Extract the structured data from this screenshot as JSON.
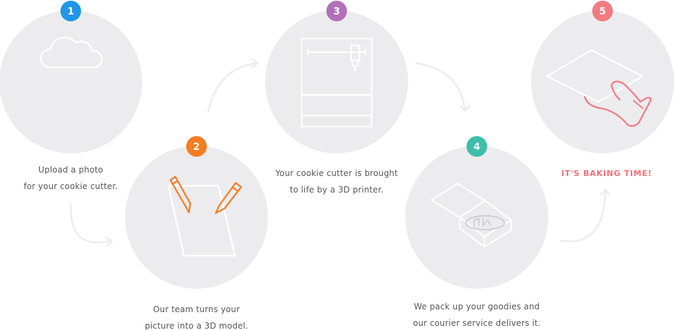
{
  "steps": [
    {
      "number": "1",
      "badge_color": "#2196e8",
      "icon": "cloud-upload-icon",
      "caption": [
        "Upload a photo",
        "for your cookie cutter."
      ]
    },
    {
      "number": "2",
      "badge_color": "#f57c22",
      "icon": "drawing-pencils-icon",
      "caption": [
        "Our team turns your",
        "picture into a 3D model."
      ]
    },
    {
      "number": "3",
      "badge_color": "#b46fba",
      "icon": "3d-printer-icon",
      "caption": [
        "Your cookie cutter is brought",
        "to life by a 3D printer."
      ]
    },
    {
      "number": "4",
      "badge_color": "#3dbfaa",
      "icon": "delivery-box-icon",
      "caption": [
        "We pack up your goodies and",
        "our courier service delivers it."
      ]
    },
    {
      "number": "5",
      "badge_color": "#f07b80",
      "icon": "baking-tray-mitt-icon",
      "caption": [
        "IT'S BAKING TIME!"
      ]
    }
  ],
  "colors": {
    "circle_fill": "#ececee",
    "line_art": "#ffffff",
    "connector": "#ececec",
    "caption_text": "#555555",
    "final_caption": "#f07178"
  }
}
